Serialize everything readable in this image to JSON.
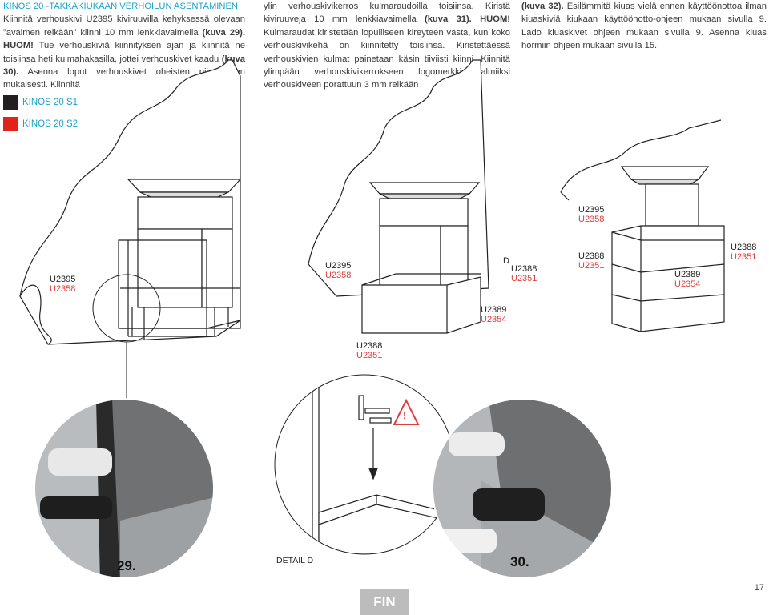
{
  "col1": {
    "heading": "KINOS 20 -TAKKAKIUKAAN VERHOILUN ASENTAMINEN",
    "p1a": "Kiinnitä verhouskivi U2395 kiviruuvilla kehyksessä olevaan ”avaimen reikään” kiinni 10 mm lenkkiavaimella",
    "p1b": "(kuva 29).",
    "p1c": "HUOM!",
    "p1d": "Tue verhouskiviä kiinnityksen ajan ja kiinnitä ne toisiinsa heti kulmahakasilla, jottei verhouskivet kaadu",
    "p1e": "(kuva 30).",
    "p1f": "Asenna loput verhouskivet oheisten piirustusten mukaisesti. Kiinnitä"
  },
  "col2": {
    "a": "ylin verhouskivikerros kulmaraudoilla toisiinsa. Kiristä kiviruuveja 10 mm lenkkiavaimella",
    "b": "(kuva 31).",
    "c": "HUOM!",
    "d": "Kulmaraudat kiristetään lopulliseen kireyteen vasta, kun koko verhouskivikehä on kiinnitetty toisiinsa. Kiristettäessä verhouskivien kulmat painetaan käsin tiiviisti kiinni. Kiinnitä ylimpään verhouskivikerrokseen logomerkki valmiiksi verhouskiveen porattuun 3 mm reikään"
  },
  "col3": {
    "a": "(kuva 32).",
    "b": "Esilämmitä kiuas vielä ennen käyttöönottoa ilman kiuaskiviä kiukaan käyttöönotto-ohjeen mukaan sivulla 9. Lado kiuaskivet ohjeen mukaan sivulla 9. Asenna kiuas hormiin ohjeen mukaan sivulla 15."
  },
  "legend": [
    {
      "label": "KINOS 20 S1",
      "color": "#231f20"
    },
    {
      "label": "KINOS 20 S2",
      "color": "#e2231a"
    }
  ],
  "part_labels": {
    "fig1_code1": "U2395",
    "fig1_code2": "U2358",
    "fig2_code1": "U2395",
    "fig2_code2": "U2358",
    "fig2_d": "D",
    "fig2_code3": "U2388",
    "fig2_code4": "U2351",
    "fig2_code5": "U2389",
    "fig2_code6": "U2354",
    "fig2_code7": "U2388",
    "fig2_code8": "U2351",
    "fig3_code1": "U2395",
    "fig3_code2": "U2358",
    "fig3_code3": "U2388",
    "fig3_code4": "U2351",
    "fig3_code5": "U2389",
    "fig3_code6": "U2354",
    "fig3_code7": "U2388",
    "fig3_code8": "U2351"
  },
  "photos": {
    "left_num": "29.",
    "right_num": "30."
  },
  "detail_caption": "DETAIL D",
  "warning_symbol": "!",
  "language_badge": "FIN",
  "page_number": "17",
  "colors": {
    "accent": "#1aa3c9",
    "red": "#e23c3c",
    "badge": "#bcbcbc"
  }
}
